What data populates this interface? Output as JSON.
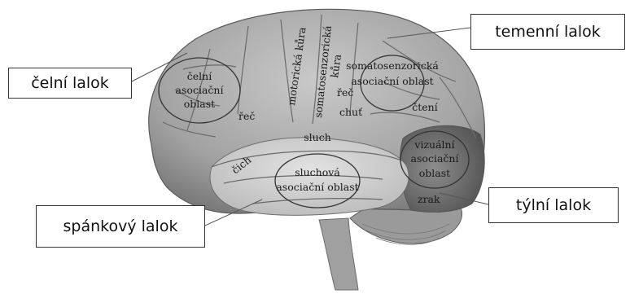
{
  "callouts": {
    "frontal": "čelní lalok",
    "parietal": "temenní lalok",
    "temporal": "spánkový lalok",
    "occipital": "týlní lalok"
  },
  "labels": {
    "frontal_assoc_1": "čelní",
    "frontal_assoc_2": "asociační",
    "frontal_assoc_3": "oblast",
    "motor_cortex": "motorická kůra",
    "somatosensory_cortex": "somatosenzorická",
    "kura_vertical": "kůra",
    "speech_upper": "řeč",
    "taste": "chuť",
    "speech_lower": "řeč",
    "somato_assoc_1": "somatosenzorická",
    "somato_assoc_2": "asociační oblast",
    "reading": "čtení",
    "hearing": "sluch",
    "smell": "čich",
    "auditory_assoc_1": "sluchová",
    "auditory_assoc_2": "asociační oblast",
    "visual_assoc_1": "vizuální",
    "visual_assoc_2": "asociační",
    "visual_assoc_3": "oblast",
    "vision": "zrak"
  },
  "colors": {
    "brain_light": "#cfcfcf",
    "brain_mid": "#a9a9a9",
    "brain_dark": "#6b6b6b",
    "temporal_fill": "#d9d9d9",
    "occipital_dark": "#5a5a5a"
  }
}
